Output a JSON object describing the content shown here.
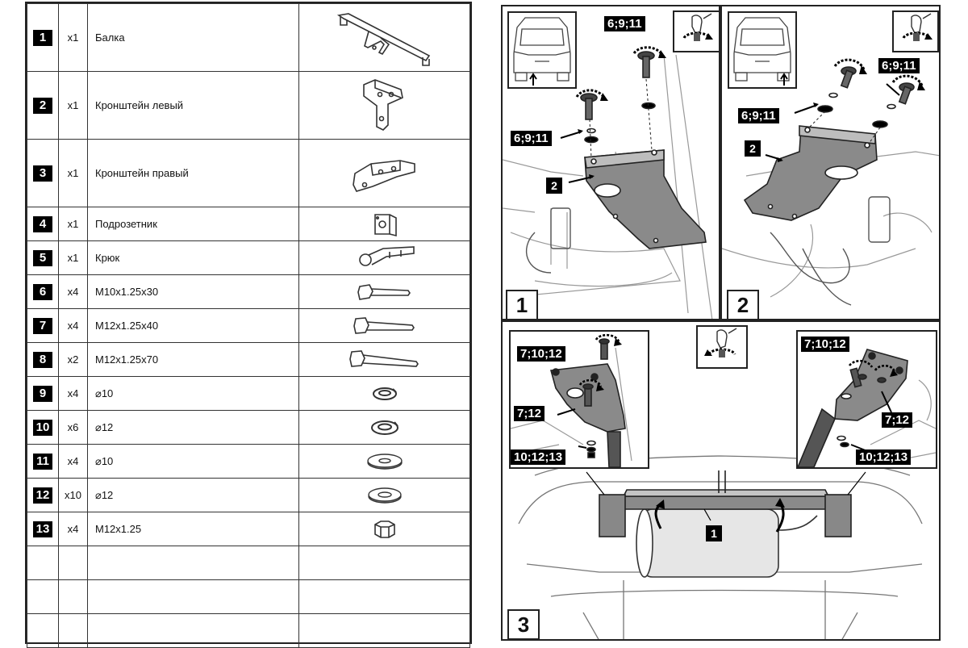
{
  "parts": [
    {
      "num": "1",
      "qty": "x1",
      "name": "Балка",
      "icon": "tow-beam-icon"
    },
    {
      "num": "2",
      "qty": "x1",
      "name": "Кронштейн левый",
      "icon": "left-bracket-icon"
    },
    {
      "num": "3",
      "qty": "x1",
      "name": "Кронштейн правый",
      "icon": "right-bracket-icon"
    },
    {
      "num": "4",
      "qty": "x1",
      "name": "Подрозетник",
      "icon": "socket-holder-icon"
    },
    {
      "num": "5",
      "qty": "x1",
      "name": "Крюк",
      "icon": "tow-hook-icon"
    },
    {
      "num": "6",
      "qty": "x4",
      "name": "M10x1.25x30",
      "icon": "bolt-short-icon"
    },
    {
      "num": "7",
      "qty": "x4",
      "name": "M12x1.25x40",
      "icon": "bolt-medium-icon"
    },
    {
      "num": "8",
      "qty": "x2",
      "name": "M12x1.25x70",
      "icon": "bolt-long-icon"
    },
    {
      "num": "9",
      "qty": "x4",
      "name": "⌀10",
      "icon": "spring-washer-icon"
    },
    {
      "num": "10",
      "qty": "x6",
      "name": "⌀12",
      "icon": "spring-washer-icon"
    },
    {
      "num": "11",
      "qty": "x4",
      "name": "⌀10",
      "icon": "flat-washer-icon"
    },
    {
      "num": "12",
      "qty": "x10",
      "name": "⌀12",
      "icon": "flat-washer-icon"
    },
    {
      "num": "13",
      "qty": "x4",
      "name": "M12x1.25",
      "icon": "hex-nut-icon"
    },
    {
      "num": "",
      "qty": "",
      "name": "",
      "icon": ""
    },
    {
      "num": "",
      "qty": "",
      "name": "",
      "icon": ""
    },
    {
      "num": "",
      "qty": "",
      "name": "",
      "icon": ""
    }
  ],
  "steps": {
    "step1": {
      "number": "1",
      "labels": {
        "bolt_top": "6;9;11",
        "bolt_left": "6;9;11",
        "bracket": "2"
      },
      "icons": [
        "car-rear-icon",
        "wrench-tighten-icon"
      ]
    },
    "step2": {
      "number": "2",
      "labels": {
        "bolt_right": "6;9;11",
        "bolt_left": "6;9;11",
        "bracket": "2"
      },
      "icons": [
        "car-rear-icon",
        "wrench-tighten-icon"
      ]
    },
    "step3": {
      "number": "3",
      "labels": {
        "left_top": "7;10;12",
        "left_mid": "7;12",
        "left_bottom": "10;12;13",
        "right_top": "7;10;12",
        "right_mid": "7;12",
        "right_bottom": "10;12;13",
        "beam": "1"
      },
      "icons": [
        "wrench-tighten-icon"
      ]
    }
  }
}
